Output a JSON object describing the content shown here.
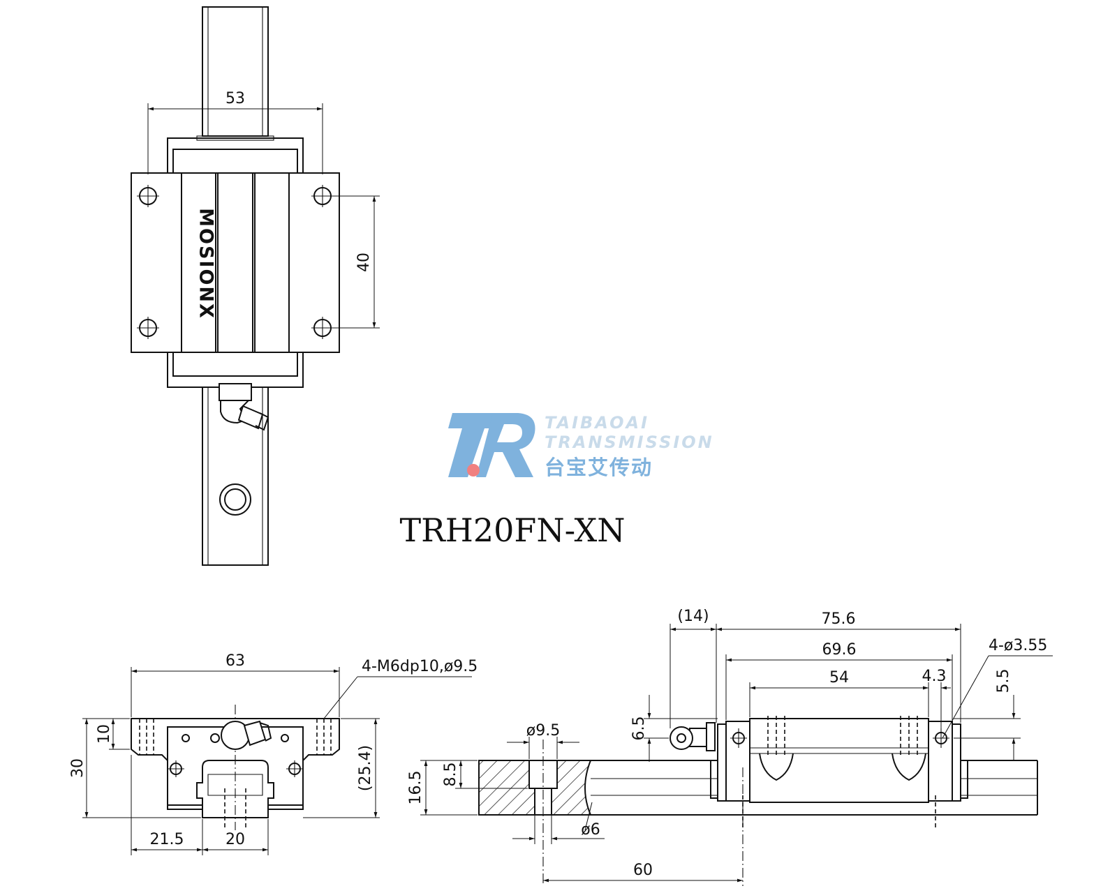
{
  "title": "TRH20FN-XN",
  "brand_text": "MOSIONX",
  "watermark": {
    "line1": "TAIBAOAI",
    "line2": "TRANSMISSION",
    "line3": "台宝艾传动",
    "color_primary": "#7fb2dd",
    "color_accent": "#f08080"
  },
  "top_view": {
    "width_dim": "53",
    "hole_pitch_dim": "40"
  },
  "front_view": {
    "width_dim": "63",
    "thread_note": "4-M6dp10,ø9.5",
    "height_dim": "30",
    "flange_dim": "10",
    "body_height_dim": "(25.4)",
    "offset_dim": "21.5",
    "rail_width_dim": "20"
  },
  "side_view": {
    "nipple_dim": "(14)",
    "overall_length_dim": "75.6",
    "body_length_dim": "69.6",
    "hole_spacing_dim": "54",
    "edge_dim": "4.3",
    "hole_note": "4-ø3.55",
    "vert_dim_right": "5.5",
    "nipple_height_dim": "6.5",
    "cbore_dim": "ø9.5",
    "rail_height_dim": "16.5",
    "cbore_depth_dim": "8.5",
    "hole_dim": "ø6",
    "pitch_dim": "60"
  }
}
